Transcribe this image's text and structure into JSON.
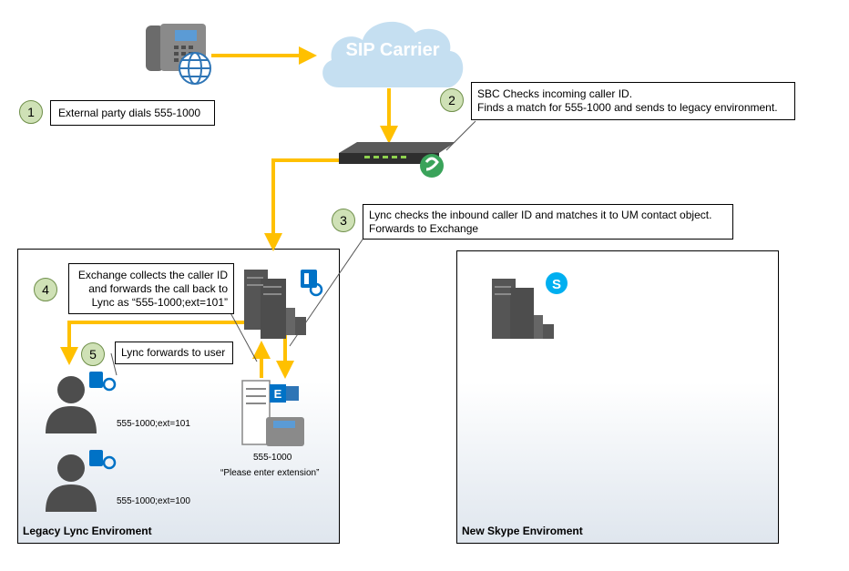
{
  "cloud": {
    "label": "SIP Carrier"
  },
  "steps": [
    {
      "number": "1",
      "text_lines": [
        "External party dials 555-1000"
      ]
    },
    {
      "number": "2",
      "text_lines": [
        "SBC Checks incoming caller ID.",
        "Finds a match for 555-1000 and sends to legacy environment."
      ]
    },
    {
      "number": "3",
      "text_lines": [
        "Lync checks the inbound caller ID and matches it to UM contact object.",
        "Forwards to Exchange"
      ]
    },
    {
      "number": "4",
      "text_lines": [
        "Exchange collects the caller ID",
        "and forwards the call back to",
        "Lync as “555-1000;ext=101”"
      ]
    },
    {
      "number": "5",
      "text_lines": [
        "Lync forwards to user"
      ]
    }
  ],
  "users": [
    {
      "label": "555-1000;ext=101"
    },
    {
      "label": "555-1000;ext=100"
    }
  ],
  "exchange_um": {
    "number": "555-1000",
    "prompt": "“Please enter extension”"
  },
  "environments": {
    "legacy": "Legacy Lync Enviroment",
    "new": "New Skype Enviroment"
  },
  "colors": {
    "flow_arrow": "#ffc000",
    "cloud": "#c5dff1",
    "step_circle": "#cfe1b6",
    "server": "#4d4d4d",
    "lync_blue": "#0072c6",
    "skype_blue": "#00aff0"
  },
  "icons": [
    "desk-phone-icon",
    "globe-icon",
    "cloud-icon",
    "sbc-appliance-icon",
    "lync-server-icon",
    "skype-server-icon",
    "exchange-server-icon",
    "user-icon"
  ]
}
